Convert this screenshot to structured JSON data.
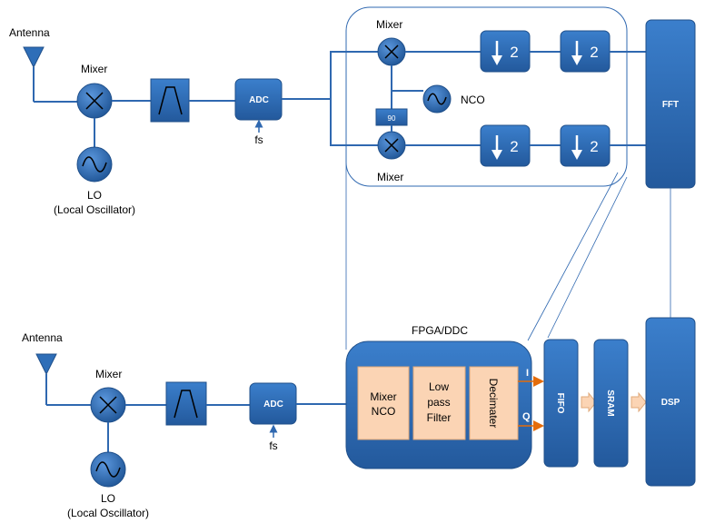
{
  "top": {
    "antenna_label": "Antenna",
    "mixer_label": "Mixer",
    "lo_label_1": "LO",
    "lo_label_2": "(Local Oscillator)",
    "adc_label": "ADC",
    "fs_label": "fs",
    "ddc": {
      "mixer_top_label": "Mixer",
      "mixer_bottom_label": "Mixer",
      "nco_label": "NCO",
      "phase_label": "90",
      "decimate_factor": "2"
    },
    "fft_label": "FFT"
  },
  "bottom": {
    "antenna_label": "Antenna",
    "mixer_label": "Mixer",
    "lo_label_1": "LO",
    "lo_label_2": "(Local Oscillator)",
    "adc_label": "ADC",
    "fs_label": "fs",
    "fpga_title": "FPGA/DDC",
    "mixer_nco_1": "Mixer",
    "mixer_nco_2": "NCO",
    "lowpass_1": "Low",
    "lowpass_2": "pass",
    "lowpass_3": "Filter",
    "decimater": "Decimater",
    "i_label": "I",
    "q_label": "Q",
    "fifo_label": "FIFO",
    "sram_label": "SRAM",
    "dsp_label": "DSP"
  },
  "colors": {
    "block_blue": "#2e6eb8",
    "block_edge": "#1f4f8a",
    "line": "#2f68b0",
    "orange_block": "#fbd4b4",
    "arrow_orange": "#e46c0a"
  }
}
